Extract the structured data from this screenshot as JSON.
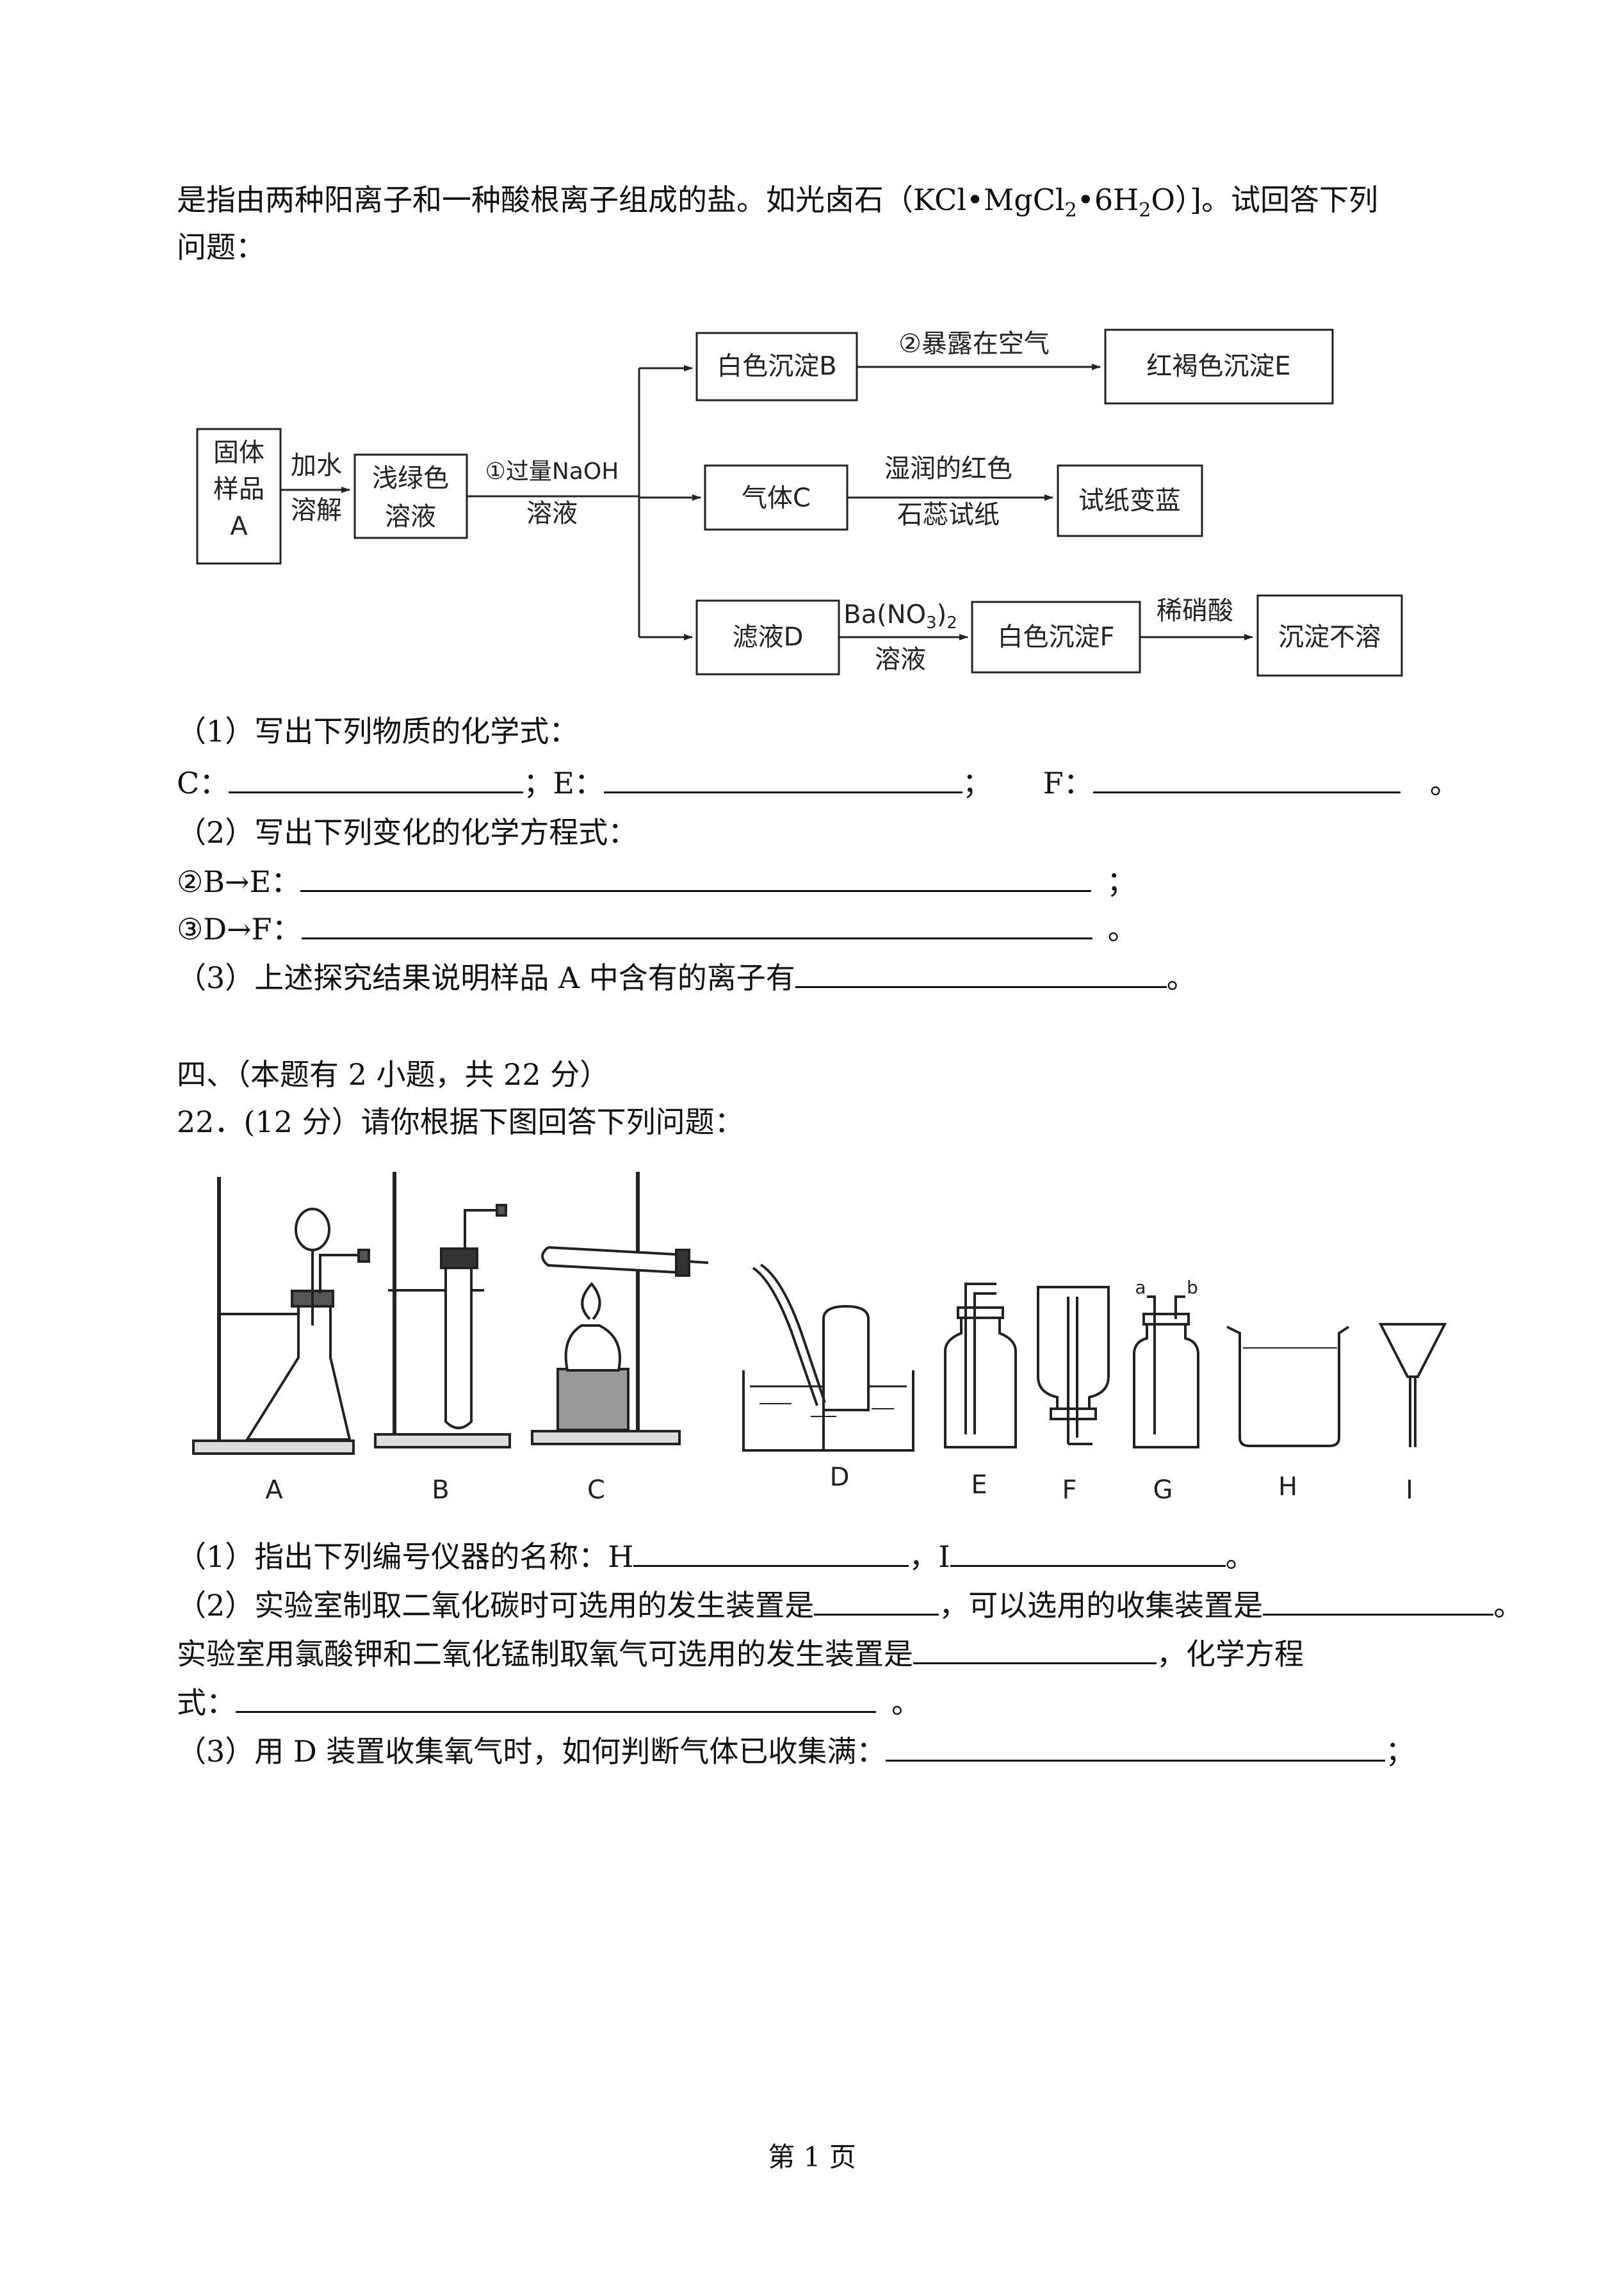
{
  "intro": {
    "line1_pre": "是指由两种阳离子和一种酸根离子组成的盐。如光卤石（KCl•MgCl",
    "sub1": "2",
    "line1_mid": "•6H",
    "sub2": "2",
    "line1_post": "O）]。试回答下列",
    "line2": "问题："
  },
  "flow": {
    "sample_l1": "固体",
    "sample_l2": "样品",
    "sample_l3": "A",
    "step1_l1": "加水",
    "step1_l2": "溶解",
    "solution_l1": "浅绿色",
    "solution_l2": "溶液",
    "step2_l1": "①过量NaOH",
    "step2_l2": "溶液",
    "ppt_b": "白色沉淀B",
    "step3": "②暴露在空气",
    "ppt_e": "红褐色沉淀E",
    "gas_c": "气体C",
    "step4_l1": "湿润的红色",
    "step4_l2": "石蕊试纸",
    "paper_blue": "试纸变蓝",
    "filtrate_d": "滤液D",
    "step5_l1": "Ba(NO",
    "step5_sub": "3",
    "step5_close": ")",
    "step5_sub2": "2",
    "step5_l2": "溶液",
    "ppt_f": "白色沉淀F",
    "step6": "稀硝酸",
    "insoluble": "沉淀不溶"
  },
  "q21": {
    "p1": "（1）写出下列物质的化学式：",
    "c_label": "C：",
    "sep1": "；E：",
    "sep2": "；",
    "f_label": "F：",
    "end1": "。",
    "p2": "（2）写出下列变化的化学方程式：",
    "be_label": "②B→E：",
    "be_end": "；",
    "df_label": "③D→F：",
    "df_end": "。",
    "p3": "（3）上述探究结果说明样品 A 中含有的离子有",
    "p3_end": "。"
  },
  "section4": "四、（本题有 2 小题，共 22 分）",
  "q22_title": "22．(12 分）请你根据下图回答下列问题：",
  "apparatus": {
    "labels": [
      "A",
      "B",
      "C",
      "D",
      "E",
      "F",
      "G",
      "H",
      "I"
    ],
    "g_port_a": "a",
    "g_port_b": "b"
  },
  "q22": {
    "p1_pre": "（1）指出下列编号仪器的名称：H",
    "p1_mid": "，I",
    "p1_end": "。",
    "p2_pre": "（2）实验室制取二氧化碳时可选用的发生装置是",
    "p2_mid": "，可以选用的收集装置是",
    "p2_end": "。",
    "p3_pre": "实验室用氯酸钾和二氧化锰制取氧气可选用的发生装置是",
    "p3_end": "，化学方程",
    "p4_pre": "式：",
    "p4_end": "。",
    "p5_pre": "（3）用 D 装置收集氧气时，如何判断气体已收集满：",
    "p5_end": "；"
  },
  "footer": "第  1  页"
}
